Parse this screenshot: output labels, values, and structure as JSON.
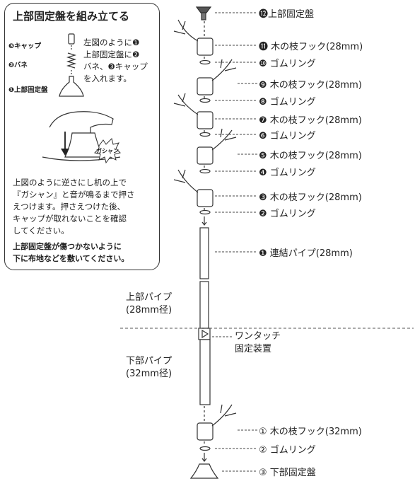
{
  "inset": {
    "title": "上部固定盤を組み立てる",
    "label_cap": "❸キャップ",
    "label_spring": "❷バネ",
    "label_base": "❶上部固定盤",
    "instr_1": [
      "左図のように❶",
      "上部固定盤に❷",
      "バネ、❸キャップ",
      "を入れます。"
    ],
    "gashan_sound": "ガシャン",
    "instr_2": [
      "上図のように逆さにし机の上で",
      "『ガシャン』と音が鳴るまで押さ",
      "えつけます。押さえつけた後、",
      "キャップが取れないことを確認",
      "してください。"
    ],
    "warning": [
      "上部固定盤が傷つかないように",
      "下に布地などを敷いてください。"
    ]
  },
  "parts": [
    {
      "num": "⓬",
      "text": "上部固定盤"
    },
    {
      "num": "⓫",
      "text": "木の枝フック(28mm)"
    },
    {
      "num": "❿",
      "text": "ゴムリング"
    },
    {
      "num": "❾",
      "text": "木の枝フック(28mm)"
    },
    {
      "num": "❽",
      "text": "ゴムリング"
    },
    {
      "num": "❼",
      "text": "木の枝フック(28mm)"
    },
    {
      "num": "❻",
      "text": "ゴムリング"
    },
    {
      "num": "❺",
      "text": "木の枝フック(28mm)"
    },
    {
      "num": "❹",
      "text": "ゴムリング"
    },
    {
      "num": "❸",
      "text": "木の枝フック(28mm)"
    },
    {
      "num": "❷",
      "text": "ゴムリング"
    },
    {
      "num": "❶",
      "text": "連結パイプ(28mm)"
    }
  ],
  "upper_pipe": [
    "上部パイプ",
    "(28mm径)"
  ],
  "lower_pipe": [
    "下部パイプ",
    "(32mm径)"
  ],
  "one_touch": [
    "ワンタッチ",
    "固定装置"
  ],
  "lower_parts": [
    {
      "num": "①",
      "text": "木の枝フック(32mm)"
    },
    {
      "num": "②",
      "text": "ゴムリング"
    },
    {
      "num": "③",
      "text": "下部固定盤"
    }
  ]
}
